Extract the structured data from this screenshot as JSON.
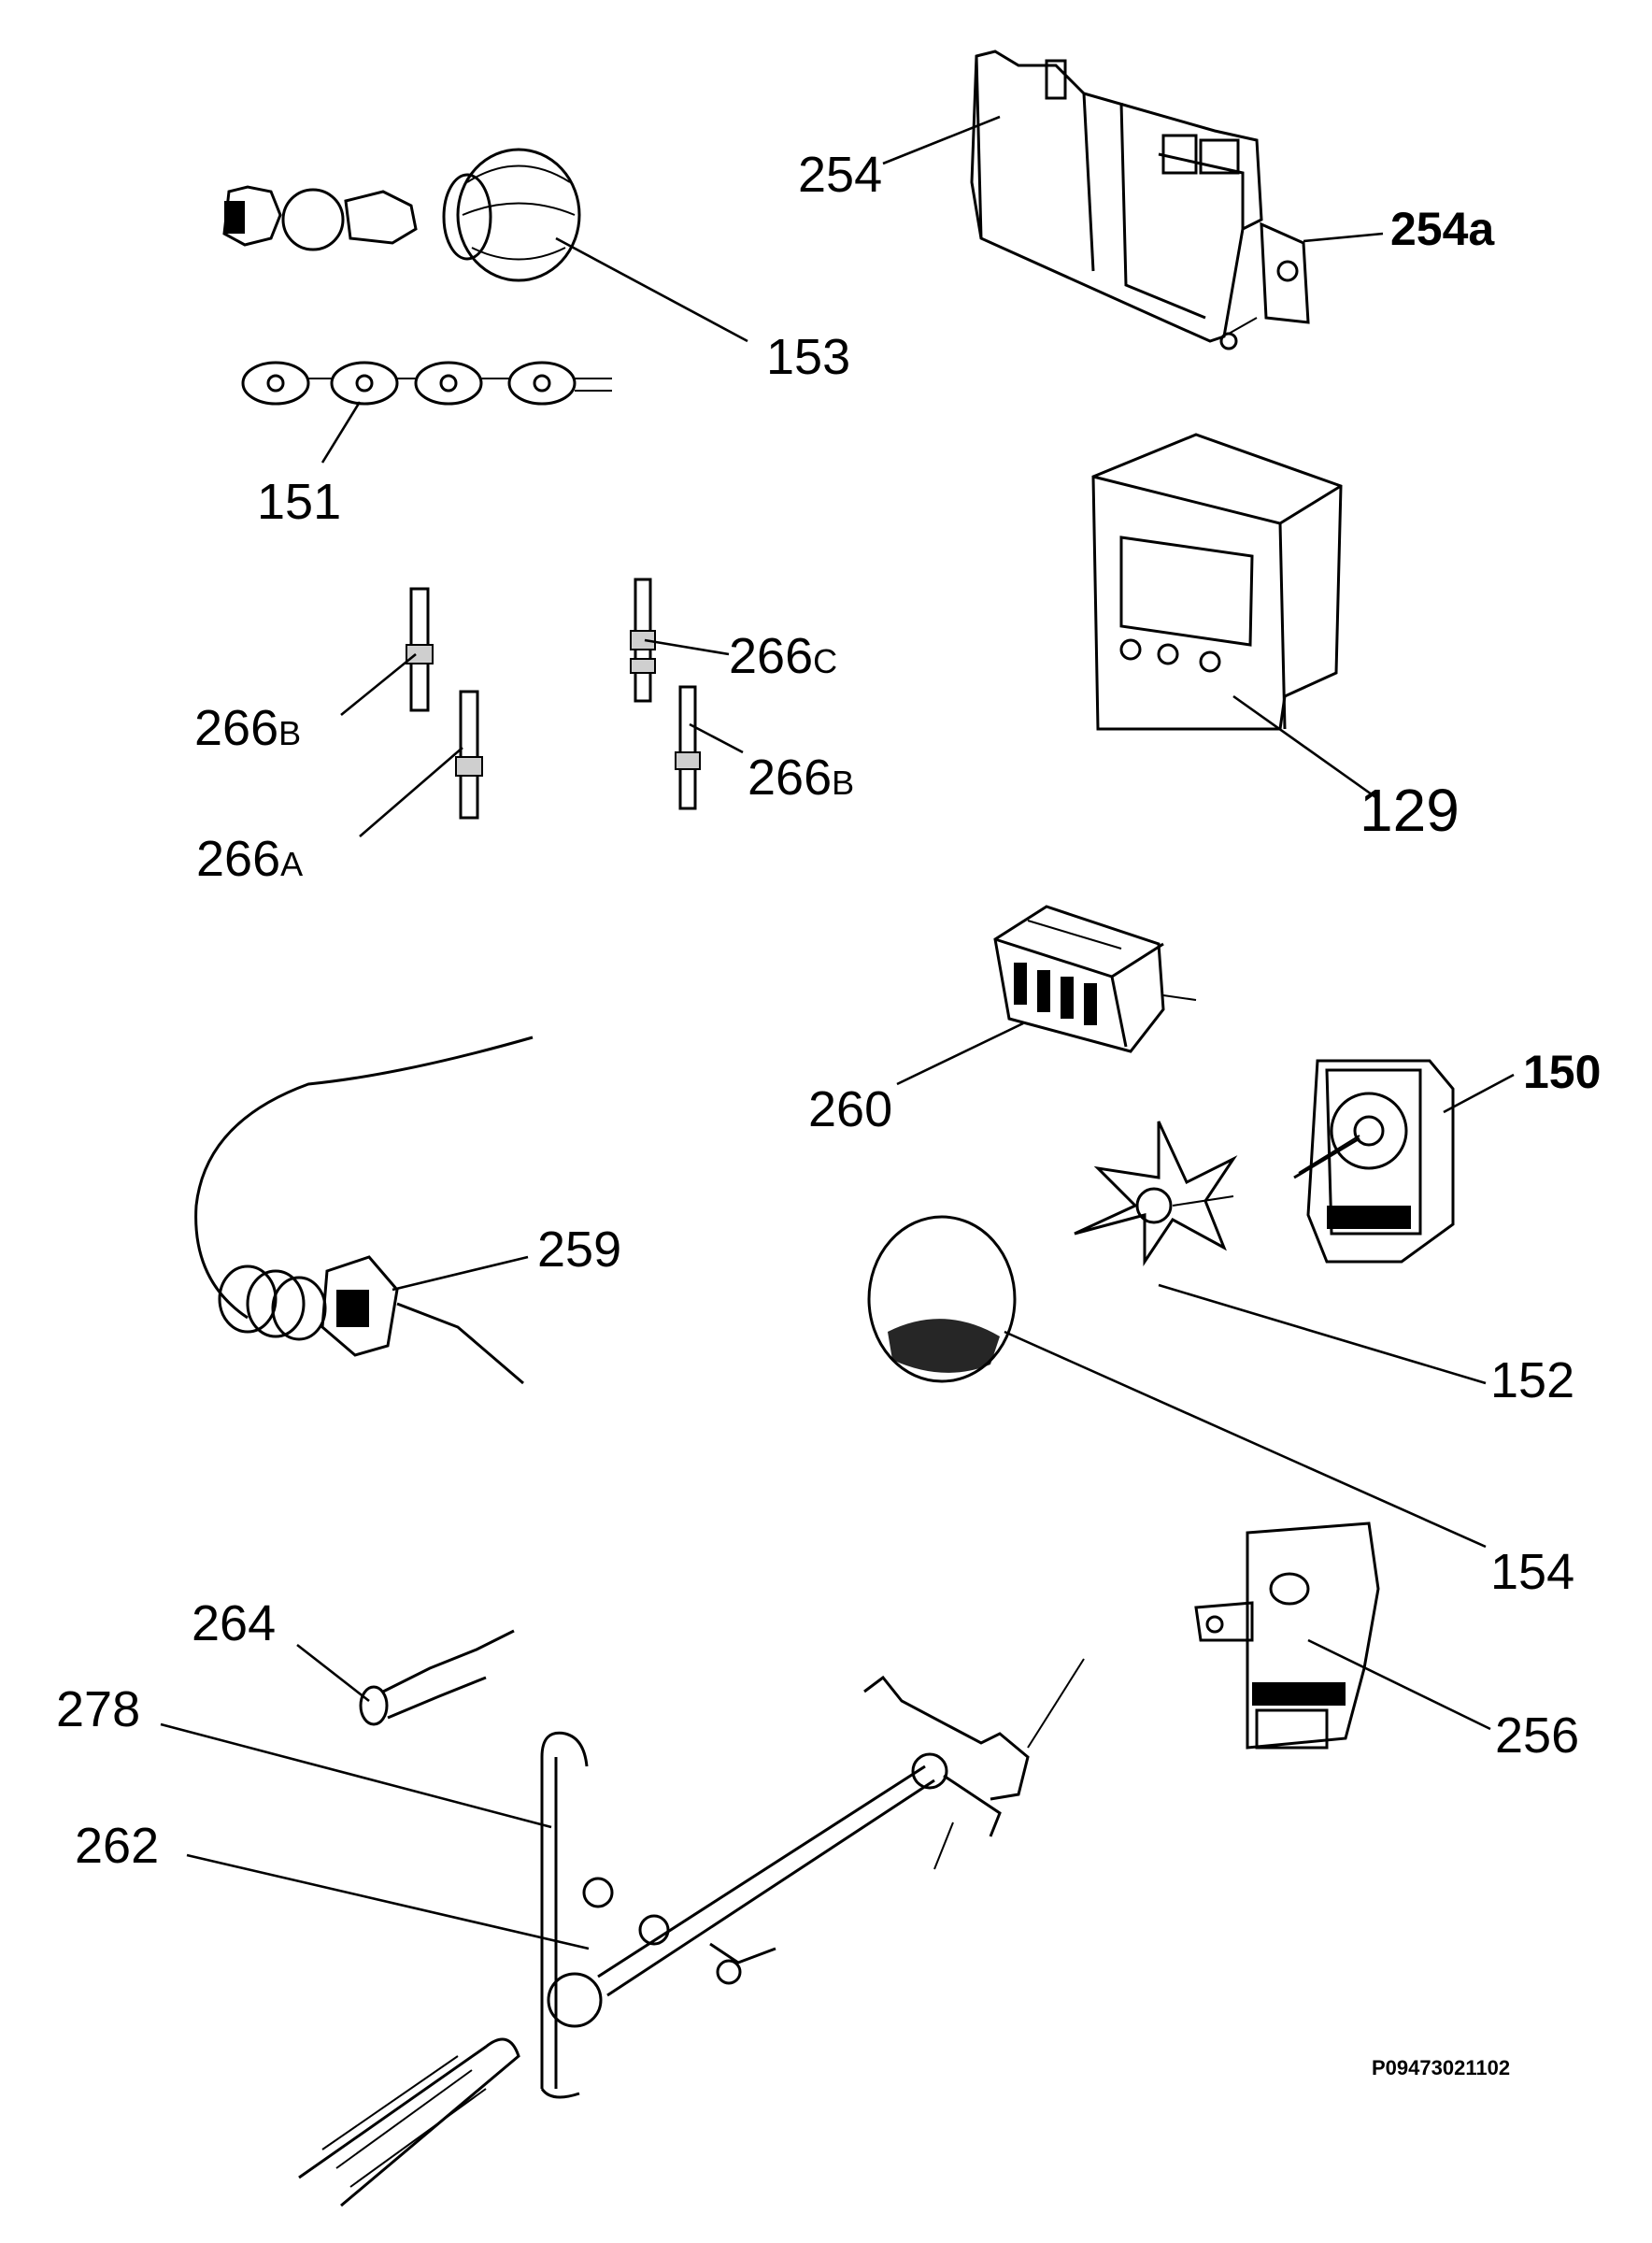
{
  "labels": {
    "l129": "129",
    "l150": "150",
    "l151": "151",
    "l152": "152",
    "l153": "153",
    "l154": "154",
    "l254": "254",
    "l254a": "254a",
    "l256": "256",
    "l259": "259",
    "l260": "260",
    "l262": "262",
    "l264": "264",
    "l278": "278",
    "l266b_left": "266",
    "l266b_left_suffix": "B",
    "l266a": "266",
    "l266a_suffix": "A",
    "l266c": "266",
    "l266c_suffix": "C",
    "l266b_right": "266",
    "l266b_right_suffix": "B"
  },
  "drawing_code": "P09473021102"
}
